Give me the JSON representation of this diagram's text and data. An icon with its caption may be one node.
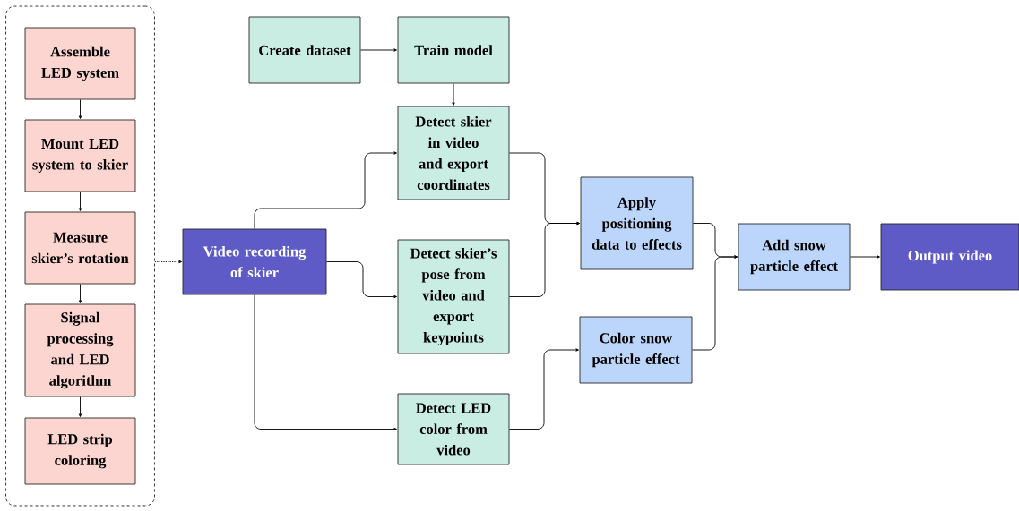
{
  "diagram": {
    "nodes": [
      {
        "text": [],
        "shape": "box"
      },
      {
        "text": [
          "Assemble LED system"
        ],
        "in": 0
      },
      {
        "text": [
          "Mount LED system to skier"
        ],
        "in": 0
      },
      {
        "text": [
          "Measure skier’s rotation"
        ],
        "in": 0
      },
      {
        "text": [
          "Signal processing and LED algorithm"
        ],
        "in": 0
      },
      {
        "text": [
          "LED strip coloring"
        ],
        "in": 0
      },
      {
        "text": [
          "Video recording of skier"
        ]
      },
      {
        "text": [
          "Create dataset"
        ]
      },
      {
        "text": [
          "Train model"
        ]
      },
      {
        "text": [
          "Detect skier in video and export coordinates"
        ]
      },
      {
        "text": [
          "Detect skier’s pose from video and export keypoints"
        ]
      },
      {
        "text": [
          "Detect LED color from video"
        ]
      },
      {
        "text": [
          "Apply positioning data to effects"
        ]
      },
      {
        "text": [
          "Color snow particle effect"
        ]
      },
      {
        "text": [
          "Add snow particle effect"
        ]
      },
      {
        "text": [
          "Output video"
        ]
      }
    ],
    "edges": [
      {
        "from": 0,
        "to": 6,
        "arrow": "to",
        "style": "dashed"
      },
      {
        "from": 1,
        "to": 2,
        "arrow": "to"
      },
      {
        "from": 2,
        "to": 3,
        "arrow": "to"
      },
      {
        "from": 3,
        "to": 4,
        "arrow": "to"
      },
      {
        "from": 4,
        "to": 5,
        "arrow": "to"
      },
      {
        "from": 7,
        "to": 8,
        "arrow": "to"
      },
      {
        "from": 8,
        "to": 9,
        "arrow": "to"
      },
      {
        "from": 6,
        "to": 9,
        "arrow": "to"
      },
      {
        "from": 6,
        "to": 10,
        "arrow": "to"
      },
      {
        "from": 6,
        "to": 11,
        "arrow": "to"
      },
      {
        "from": 9,
        "to": 12,
        "arrow": "to"
      },
      {
        "from": 10,
        "to": 12,
        "arrow": "to"
      },
      {
        "from": 11,
        "to": 13,
        "arrow": "to"
      },
      {
        "from": 12,
        "to": 14,
        "arrow": "to"
      },
      {
        "from": 13,
        "to": 14,
        "arrow": "to"
      },
      {
        "from": 14,
        "to": 15,
        "arrow": "to"
      }
    ]
  }
}
